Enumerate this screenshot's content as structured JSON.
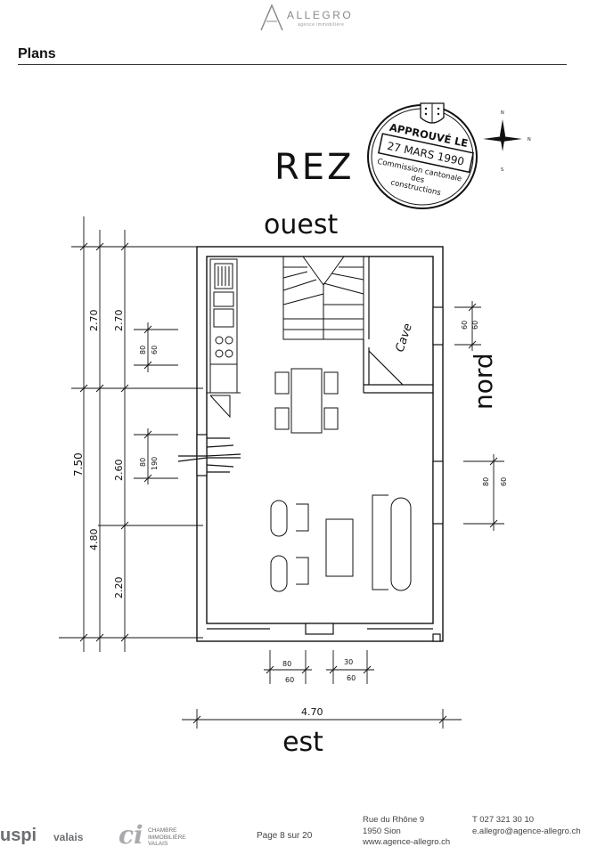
{
  "header": {
    "logo_name": "ALLEGRO",
    "logo_subtitle": "agence immobilière",
    "page_title": "Plans"
  },
  "plan": {
    "level": "REZ",
    "orientation": {
      "west": "ouest",
      "north": "nord",
      "east": "est"
    },
    "room_label": "Cave",
    "stamp": {
      "title": "APPROUVÉ LE",
      "date": "27 MARS 1990",
      "line1": "Commission cantonale",
      "line2": "des",
      "line3": "constructions"
    },
    "compass": {
      "n": "N",
      "z": "N",
      "s": "S"
    },
    "dimensions": {
      "total_height": "7.50",
      "left_top": "2.70",
      "left_top2": "2.70",
      "left_mid": "2.60",
      "left_low": "4.80",
      "left_bottom": "2.20",
      "kitchen_w_top": "80",
      "kitchen_w_bot": "60",
      "door_top": "80",
      "door_bot": "190",
      "north_win_top": "60",
      "north_win_bot": "60",
      "north_win2_top": "80",
      "north_win2_bot": "60",
      "east_win1_top": "80",
      "east_win1_bot": "60",
      "east_win2_top": "30",
      "east_win2_bot": "60",
      "total_width": "4.70"
    }
  },
  "footer": {
    "uspi": "uspi",
    "uspi_sub": "valais",
    "ci_mark": "ci",
    "ci_line1": "CHAMBRE",
    "ci_line2": "IMMOBILIÈRE",
    "ci_line3": "VALAIS",
    "page_label": "Page 8 sur 20",
    "address_line1": "Rue du Rhône 9",
    "address_line2": "1950 Sion",
    "address_line3": "www.agence-allegro.ch",
    "phone": "T 027 321 30 10",
    "email": "e.allegro@agence-allegro.ch"
  }
}
